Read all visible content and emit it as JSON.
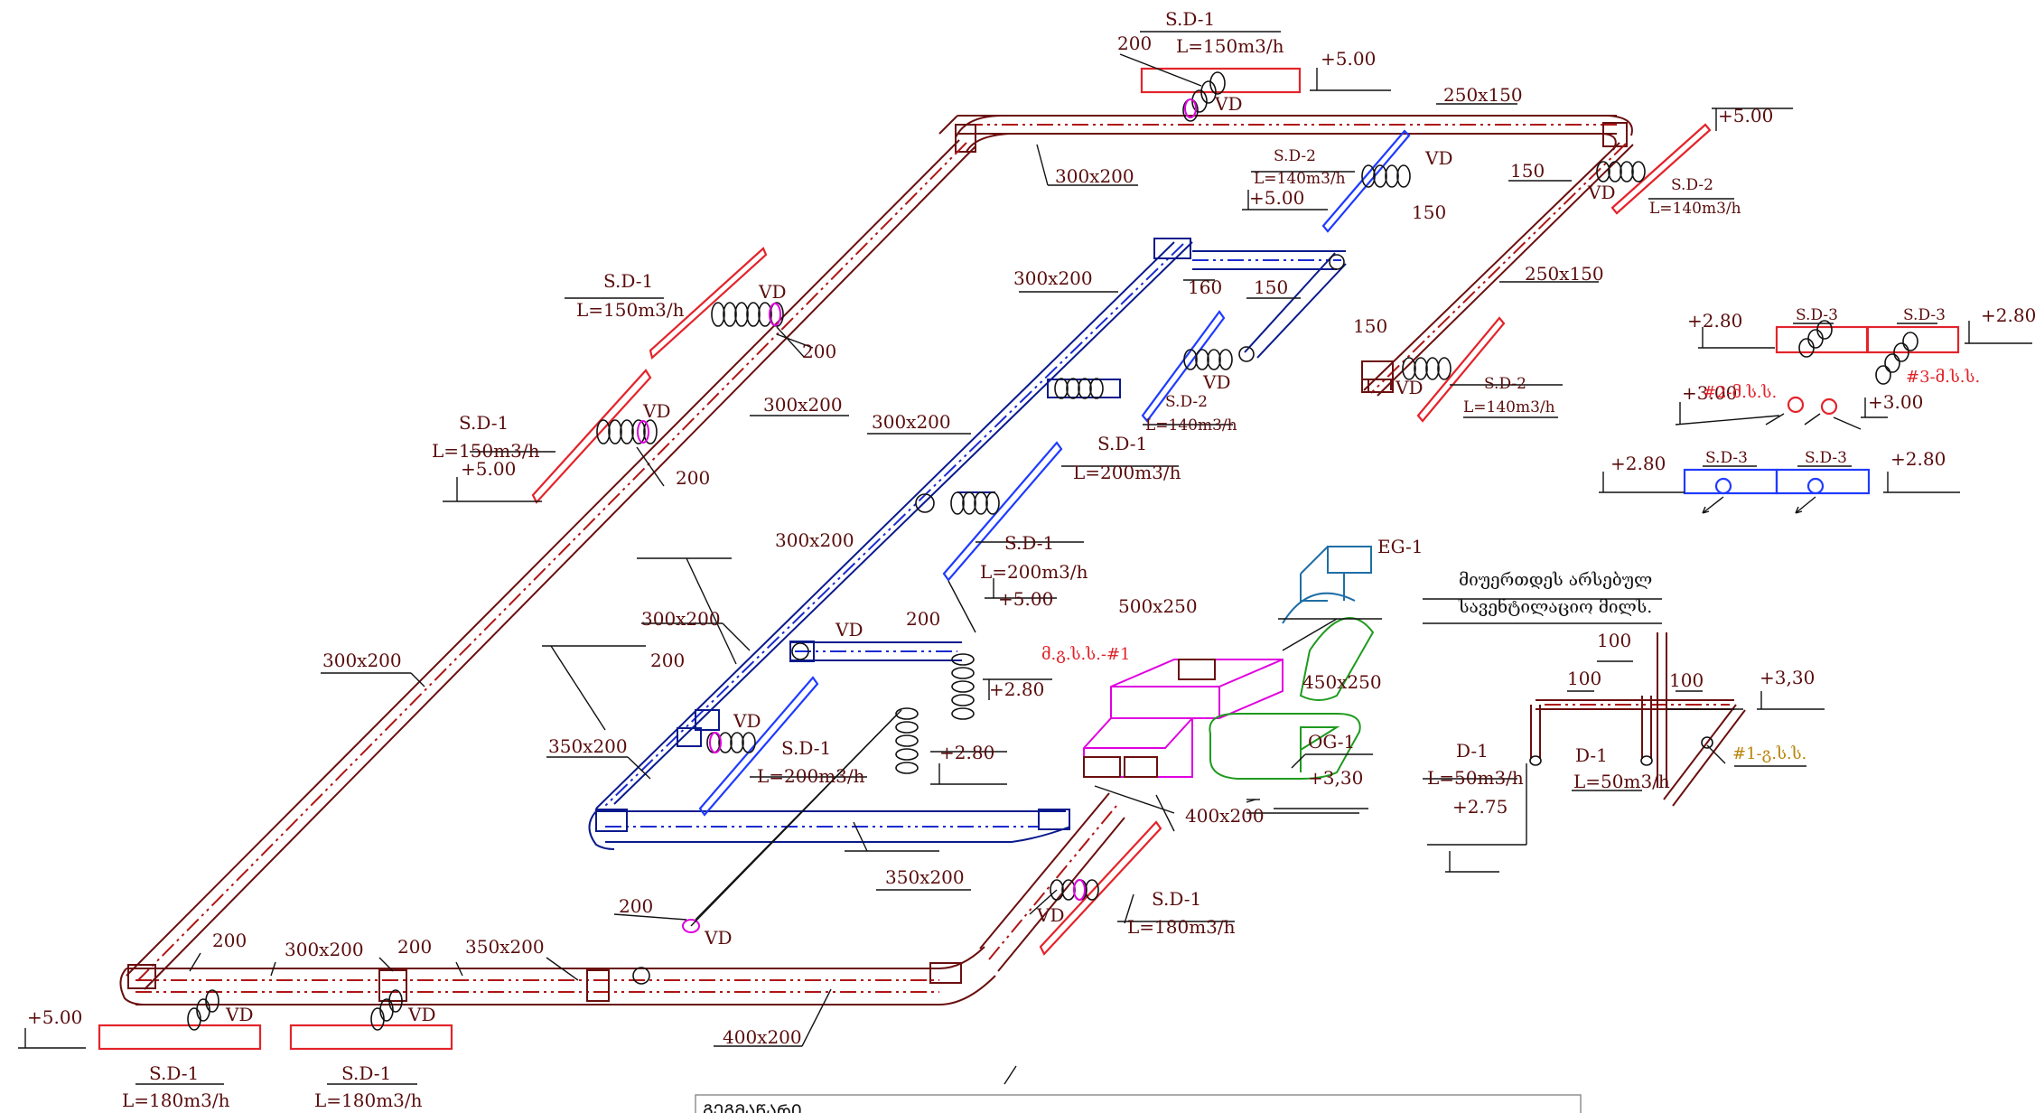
{
  "colors": {
    "supply_duct": "#6b0f0f",
    "return_duct": "#0a1a8c",
    "diffuser_red": "#e3242b",
    "diffuser_blue": "#1f3bff",
    "unit_magenta": "#e000e0",
    "unit_green": "#1f9a1f",
    "fan_cyan": "#1f6fa6",
    "label_text": "#5a0d0d"
  },
  "diffusers": [
    {
      "name": "S.D-1",
      "flow": "L=150m3/h"
    },
    {
      "name": "S.D-1",
      "flow": "L=150m3/h"
    },
    {
      "name": "S.D-1",
      "flow": "L=150m3/h"
    },
    {
      "name": "S.D-2",
      "flow": "L=140m3/h"
    },
    {
      "name": "S.D-2",
      "flow": "L=140m3/h"
    },
    {
      "name": "S.D-2",
      "flow": "L=140m3/h"
    },
    {
      "name": "S.D-2",
      "flow": "L=140m3/h"
    },
    {
      "name": "S.D-1",
      "flow": "L=200m3/h"
    },
    {
      "name": "S.D-1",
      "flow": "L=200m3/h"
    },
    {
      "name": "S.D-1",
      "flow": "L=200m3/h"
    },
    {
      "name": "S.D-1",
      "flow": "L=180m3/h"
    },
    {
      "name": "S.D-1",
      "flow": "L=180m3/h"
    },
    {
      "name": "S.D-1",
      "flow": "L=180m3/h"
    },
    {
      "name": "D-1",
      "flow": "L=50m3/h"
    },
    {
      "name": "D-1",
      "flow": "L=50m3/h"
    }
  ],
  "sd3": [
    "S.D-3",
    "S.D-3",
    "S.D-3",
    "S.D-3"
  ],
  "duct_sizes": {
    "s300x200": "300x200",
    "s250x150": "250x150",
    "s350x200": "350x200",
    "s400x200": "400x200",
    "s500x250": "500x250",
    "s450x250": "450x250",
    "d200": "200",
    "d150": "150",
    "d160": "160",
    "d100": "100"
  },
  "elevations": {
    "e500": "+5.00",
    "e280": "+2.80",
    "e300": "+3.00",
    "e330": "+3,30",
    "e275": "+2.75"
  },
  "damper": "VD",
  "equipment": {
    "eg": "EG-1",
    "og": "OG-1",
    "unit1": "მ.გ.ს.ს.-#1",
    "unit2": "#2-მ.ს.ს.",
    "unit3": "#3-მ.ს.ს.",
    "unit4": "#1-გ.ს.ს."
  },
  "note": {
    "line1": "მიუერთდეს არსებულ",
    "line2": "სავენტილაციო მილს."
  },
  "title_block_text": "ᲒᲔᲒᲛᲐᲬᲐᲠᲘ"
}
